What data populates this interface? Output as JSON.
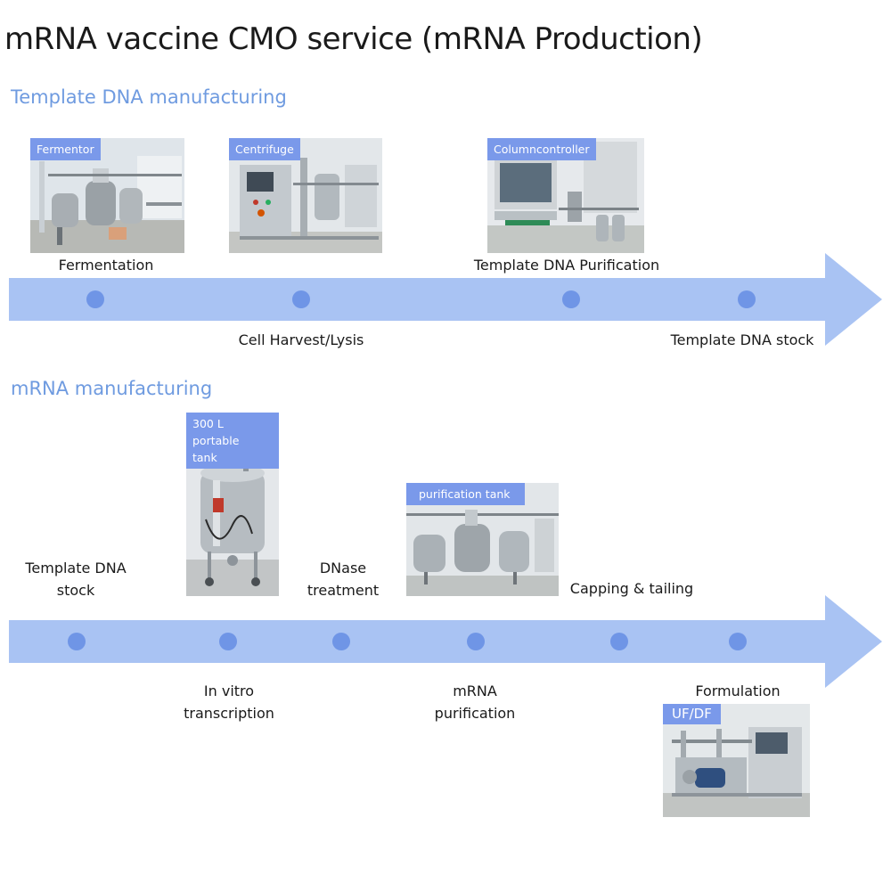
{
  "title": "mRNA vaccine CMO service (mRNA Production)",
  "colors": {
    "title": "#1a1a1a",
    "section_title": "#6f9be0",
    "arrow": "#a9c3f3",
    "dot": "#6f95e6",
    "tag": "#7a99ea",
    "text": "#1a1a1a"
  },
  "sections": [
    {
      "title": "Template DNA manufacturing",
      "steps": [
        {
          "label": "Fermentation",
          "position": "above"
        },
        {
          "label": "Cell Harvest/Lysis",
          "position": "below"
        },
        {
          "label": "Template DNA Purification",
          "position": "above"
        },
        {
          "label": "Template DNA stock",
          "position": "below"
        }
      ],
      "photos": [
        {
          "tag": "Fermentor",
          "scene": "fermentor-room"
        },
        {
          "tag": "Centrifuge",
          "scene": "centrifuge-skid"
        },
        {
          "tag": "Columncontroller",
          "scene": "column-controller"
        }
      ]
    },
    {
      "title": "mRNA manufacturing",
      "steps": [
        {
          "label": "Template DNA\nstock",
          "position": "above"
        },
        {
          "label": "In vitro\ntranscription",
          "position": "below"
        },
        {
          "label": "DNase\ntreatment",
          "position": "above"
        },
        {
          "label": "mRNA\npurification",
          "position": "below"
        },
        {
          "label": "Capping & tailing",
          "position": "above"
        },
        {
          "label": "Formulation",
          "position": "below"
        }
      ],
      "photos": [
        {
          "tag": "300 L portable\ntank",
          "scene": "portable-tank"
        },
        {
          "tag": "purification tank",
          "scene": "purification-tanks"
        },
        {
          "tag": "UF/DF",
          "scene": "ufdf-skid"
        }
      ]
    }
  ]
}
